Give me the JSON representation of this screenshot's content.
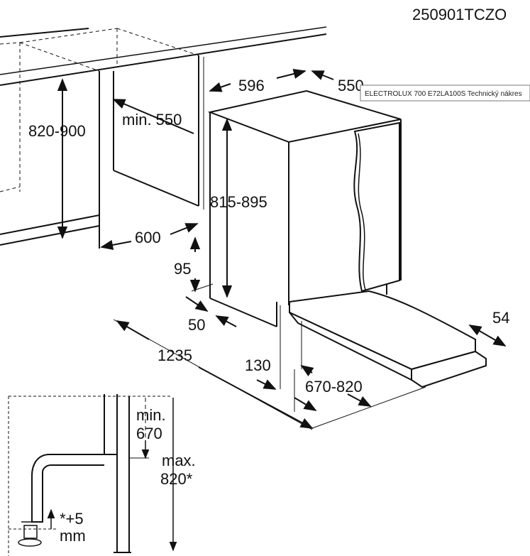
{
  "code": "250901TCZO",
  "tooltip": "ELECTROLUX 700 E72LA100S Technický nákres",
  "dimensions": {
    "width": "596",
    "depth": "550",
    "niche_depth_min": "min. 550",
    "niche_height": "820-900",
    "appliance_height": "815-895",
    "niche_width": "600",
    "plinth_height": "95",
    "plinth_depth": "50",
    "door_swing": "1235",
    "door_gap": "130",
    "door_height": "670-820",
    "door_thickness": "54"
  },
  "detail": {
    "min_label_1": "min.",
    "min_label_2": "670",
    "max_label_1": "max.",
    "max_label_2": "820*",
    "adjust_label_1": "*+5",
    "adjust_label_2": "mm"
  },
  "colors": {
    "line": "#111111",
    "background": "#ffffff"
  }
}
